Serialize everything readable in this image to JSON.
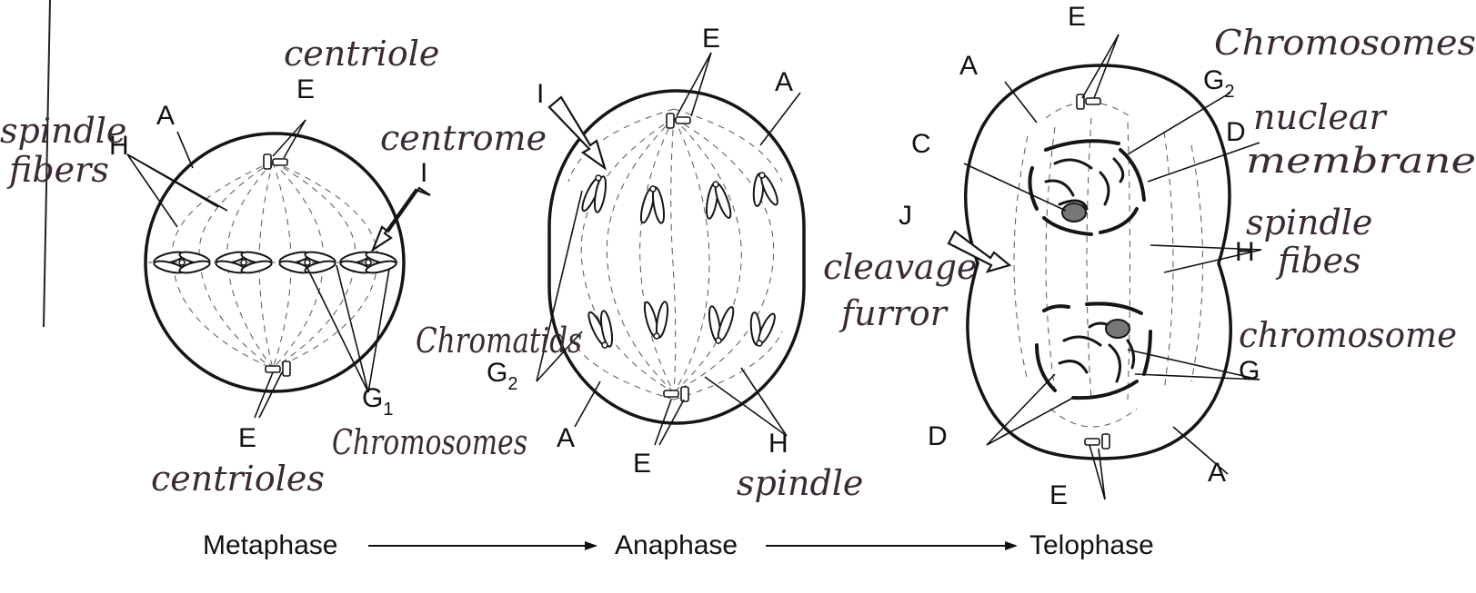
{
  "phases": {
    "metaphase": "Metaphase",
    "anaphase": "Anaphase",
    "telophase": "Telophase"
  },
  "labels": {
    "a": "A",
    "c": "C",
    "d": "D",
    "e": "E",
    "g": "G",
    "g_letter": "G",
    "g1_sub": "1",
    "g2_sub": "2",
    "h": "H",
    "i": "I",
    "j": "J"
  },
  "handwritten": {
    "centriole": "centriole",
    "spindle": "spindle",
    "fibers": "fibers",
    "centrome": "centrome",
    "centrioles": "centrioles",
    "chromosomes_meta": "Chromosomes",
    "chromatids": "Chromatids",
    "spindle_ana": "spindle",
    "chromosomes_telo": "Chromosomes",
    "nuclear": "nuclear",
    "membrane": "membrane",
    "spindle_telo": "spindle",
    "fibes": "fibes",
    "cleavage": "cleavage",
    "furrow": "furror",
    "chromosome": "chromosome"
  }
}
